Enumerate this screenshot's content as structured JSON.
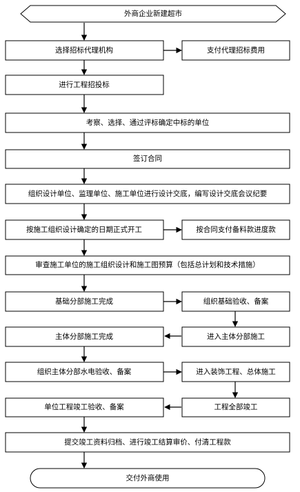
{
  "nodes": {
    "start": "外商企业新建超市",
    "n1": "选择招标代理机构",
    "n1r": "支付代理招标费用",
    "n2": "进行工程招投标",
    "n3": "考察、选择、通过评标确定中标的单位",
    "n4": "签订合同",
    "n5": "组织设计单位、监理单位、施工单位进行设计交底，编写设计交底会议纪要",
    "n6": "按施工组织设计确定的日期正式开工",
    "n6r": "按合同支付备料款进度款",
    "n7": "审查施工单位的施工组织设计和施工图预算（包括总计划和技术措施）",
    "n8": "基础分部施工完成",
    "n8r": "组织基础验收、备案",
    "n9": "主体分部施工完成",
    "n9r": "进入主体分部施工",
    "n10": "组织主体分部水电验收、备案",
    "n10r": "进入装饰工程、总体施工",
    "n11": "单位工程竣工验收、备案",
    "n11r": "工程全部竣工",
    "n12": "提交竣工资料归档、进行竣工结算审价、付清工程款",
    "end": "交付外商使用"
  }
}
